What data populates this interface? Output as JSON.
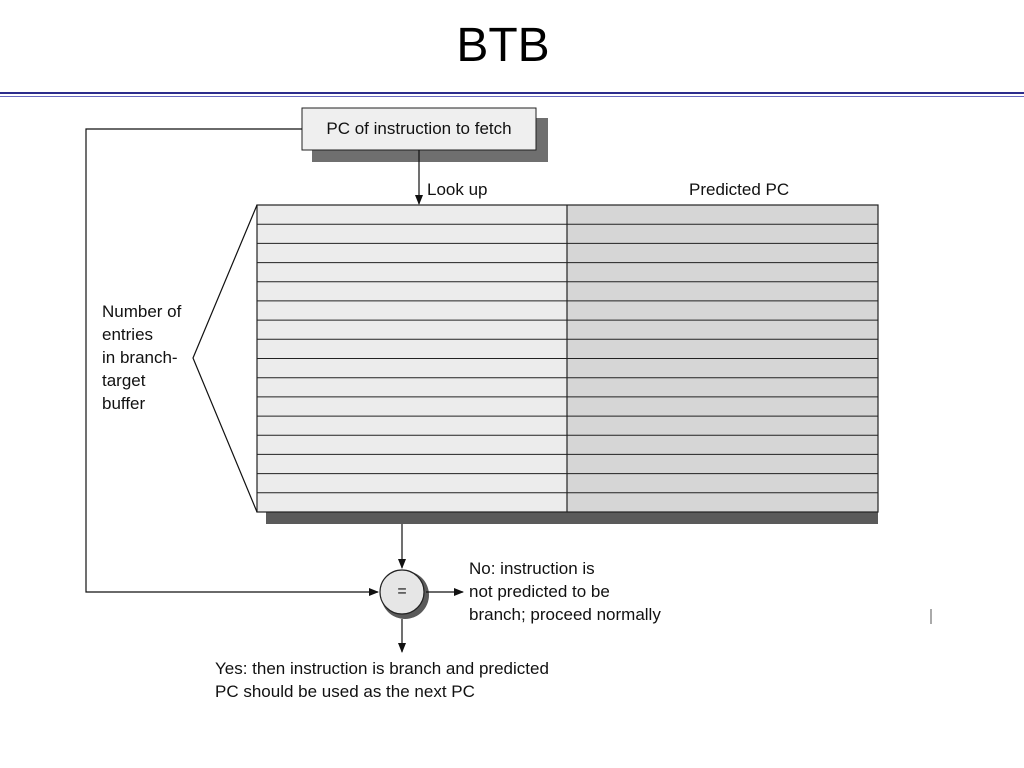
{
  "slide": {
    "title": "BTB"
  },
  "diagram": {
    "fetch_box_label": "PC of instruction to fetch",
    "lookup_label": "Look up",
    "predicted_pc_label": "Predicted PC",
    "entries_label": "Number of\nentries\nin branch-\ntarget\nbuffer",
    "compare_symbol": "=",
    "no_label": "No:  instruction is\nnot predicted to be\nbranch; proceed normally",
    "yes_label": "Yes:  then instruction is branch and predicted\nPC should be used as the next PC",
    "buffer_row_count": 16
  }
}
